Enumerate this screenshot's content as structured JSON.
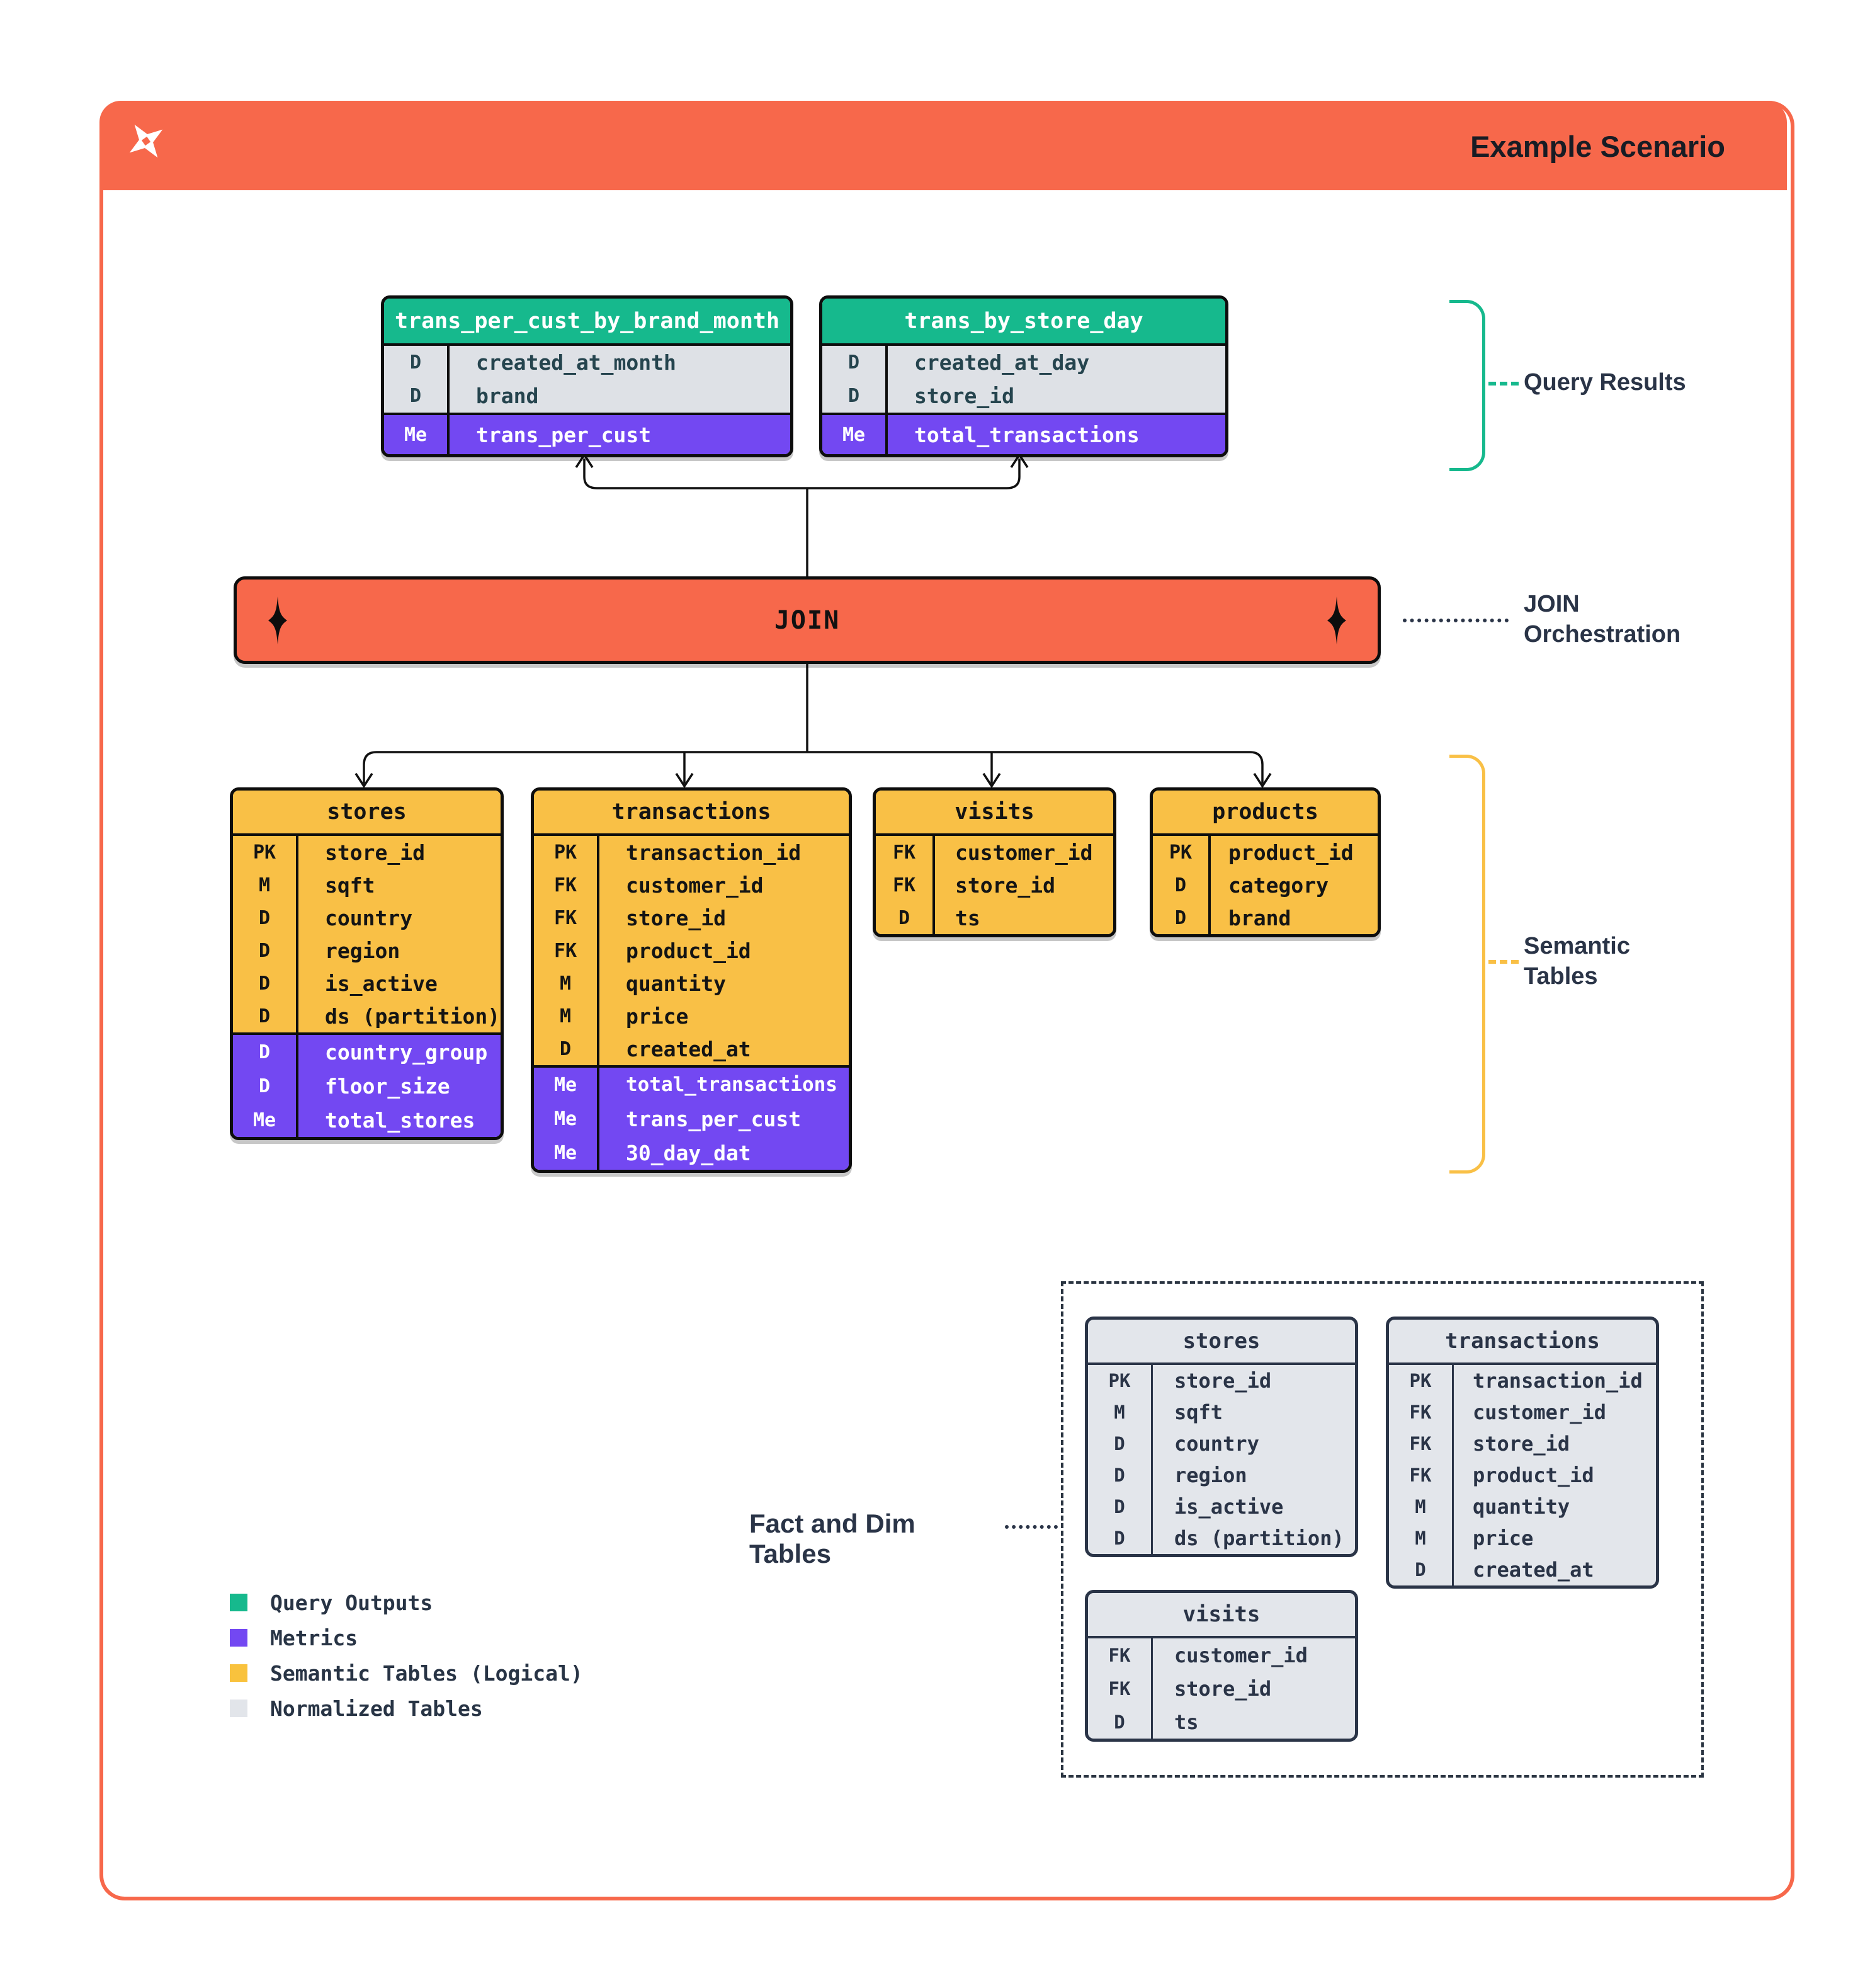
{
  "header": {
    "title": "Example Scenario"
  },
  "join": {
    "label": "JOIN"
  },
  "annotations": {
    "query_results": "Query Results",
    "join_orchestration": "JOIN Orchestration",
    "semantic_tables": "Semantic Tables",
    "fact_dim": "Fact and Dim Tables"
  },
  "query_results_tables": [
    {
      "title": "trans_per_cust_by_brand_month",
      "dims": [
        {
          "k": "D",
          "n": "created_at_month"
        },
        {
          "k": "D",
          "n": "brand"
        }
      ],
      "metrics": [
        {
          "k": "Me",
          "n": "trans_per_cust"
        }
      ]
    },
    {
      "title": "trans_by_store_day",
      "dims": [
        {
          "k": "D",
          "n": "created_at_day"
        },
        {
          "k": "D",
          "n": "store_id"
        }
      ],
      "metrics": [
        {
          "k": "Me",
          "n": "total_transactions"
        }
      ]
    }
  ],
  "semantic_tables": [
    {
      "title": "stores",
      "cols": [
        {
          "k": "PK",
          "n": "store_id"
        },
        {
          "k": "M",
          "n": "sqft"
        },
        {
          "k": "D",
          "n": "country"
        },
        {
          "k": "D",
          "n": "region"
        },
        {
          "k": "D",
          "n": "is_active"
        },
        {
          "k": "D",
          "n": "ds (partition)"
        }
      ],
      "metrics": [
        {
          "k": "D",
          "n": "country_group"
        },
        {
          "k": "D",
          "n": "floor_size"
        },
        {
          "k": "Me",
          "n": "total_stores"
        }
      ]
    },
    {
      "title": "transactions",
      "cols": [
        {
          "k": "PK",
          "n": "transaction_id"
        },
        {
          "k": "FK",
          "n": "customer_id"
        },
        {
          "k": "FK",
          "n": "store_id"
        },
        {
          "k": "FK",
          "n": "product_id"
        },
        {
          "k": "M",
          "n": "quantity"
        },
        {
          "k": "M",
          "n": "price"
        },
        {
          "k": "D",
          "n": "created_at"
        }
      ],
      "metrics": [
        {
          "k": "Me",
          "n": "total_transactions"
        },
        {
          "k": "Me",
          "n": "trans_per_cust"
        },
        {
          "k": "Me",
          "n": "30_day_dat"
        }
      ]
    },
    {
      "title": "visits",
      "cols": [
        {
          "k": "FK",
          "n": "customer_id"
        },
        {
          "k": "FK",
          "n": "store_id"
        },
        {
          "k": "D",
          "n": "ts"
        }
      ],
      "metrics": []
    },
    {
      "title": "products",
      "cols": [
        {
          "k": "PK",
          "n": "product_id"
        },
        {
          "k": "D",
          "n": "category"
        },
        {
          "k": "D",
          "n": "brand"
        }
      ],
      "metrics": []
    }
  ],
  "normalized_tables": [
    {
      "title": "stores",
      "cols": [
        {
          "k": "PK",
          "n": "store_id"
        },
        {
          "k": "M",
          "n": "sqft"
        },
        {
          "k": "D",
          "n": "country"
        },
        {
          "k": "D",
          "n": "region"
        },
        {
          "k": "D",
          "n": "is_active"
        },
        {
          "k": "D",
          "n": "ds (partition)"
        }
      ]
    },
    {
      "title": "transactions",
      "cols": [
        {
          "k": "PK",
          "n": "transaction_id"
        },
        {
          "k": "FK",
          "n": "customer_id"
        },
        {
          "k": "FK",
          "n": "store_id"
        },
        {
          "k": "FK",
          "n": "product_id"
        },
        {
          "k": "M",
          "n": "quantity"
        },
        {
          "k": "M",
          "n": "price"
        },
        {
          "k": "D",
          "n": "created_at"
        }
      ]
    },
    {
      "title": "visits",
      "cols": [
        {
          "k": "FK",
          "n": "customer_id"
        },
        {
          "k": "FK",
          "n": "store_id"
        },
        {
          "k": "D",
          "n": "ts"
        }
      ]
    }
  ],
  "legend": {
    "items": [
      {
        "label": "Query Outputs",
        "color": "#16B98D"
      },
      {
        "label": "Metrics",
        "color": "#7348F2"
      },
      {
        "label": "Semantic Tables (Logical)",
        "color": "#F9C23D"
      },
      {
        "label": "Normalized Tables",
        "color": "#E2E5EA"
      }
    ]
  },
  "colors": {
    "accent_orange": "#F7684B",
    "query_output_green": "#16B98D",
    "metric_purple": "#7348F2",
    "semantic_yellow": "#F9C046",
    "dimension_row_gray": "#DEE1E6",
    "normalized_gray": "#E3E6EB",
    "navy_text": "#2A3447"
  }
}
